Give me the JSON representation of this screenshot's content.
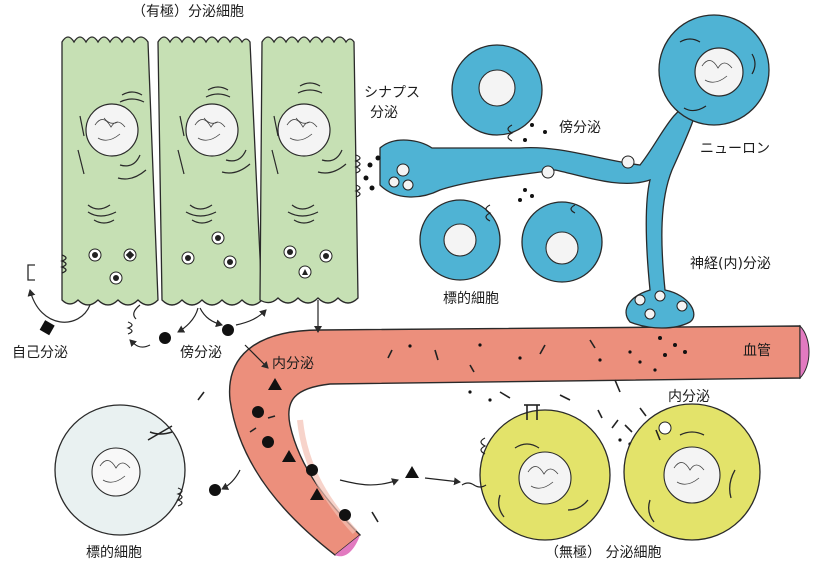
{
  "labels": {
    "polarized_secretory": "（有極）分泌細胞",
    "synaptic_secretion_line1": "シナプス",
    "synaptic_secretion_line2": "分泌",
    "paracrine_top": "傍分泌",
    "neuron": "ニューロン",
    "neuroendocrine": "神経(内)分泌",
    "target_cell_top": "標的細胞",
    "blood_vessel": "血管",
    "autocrine": "自己分泌",
    "paracrine_bottom": "傍分泌",
    "endocrine_top": "内分泌",
    "endocrine_right": "内分泌",
    "target_cell_bottom": "標的細胞",
    "nonpolar_secretory": "（無極） 分泌細胞"
  },
  "colors": {
    "epithelial_fill": "#c6e0b4",
    "neuron_fill": "#4fb3d4",
    "vessel_fill": "#ec8f7c",
    "vessel_inner": "#f2b5a6",
    "vessel_end": "#e27ac0",
    "yellow_cell": "#e3e36a",
    "pale_cell": "#e9f1f1",
    "outline": "#2a2a2a"
  },
  "icons": [
    "square-signal-icon",
    "circle-signal-icon",
    "triangle-signal-icon",
    "receptor-icon",
    "nucleus-icon",
    "arrow-icon"
  ]
}
